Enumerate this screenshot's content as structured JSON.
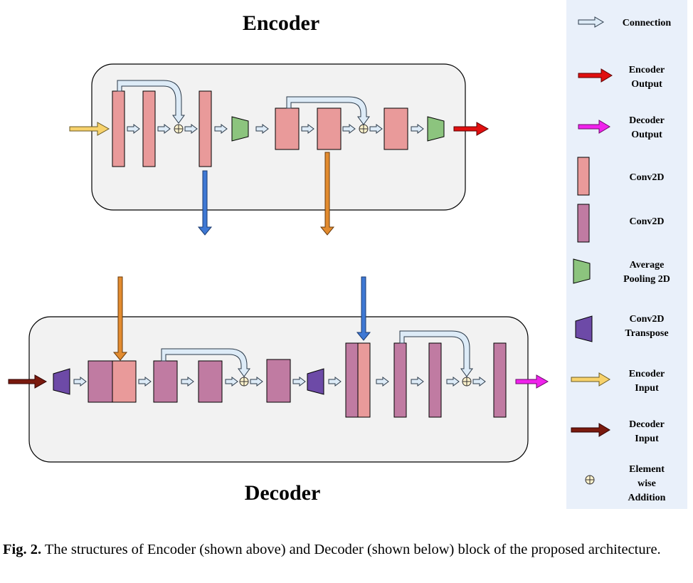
{
  "titles": {
    "encoder": "Encoder",
    "decoder": "Decoder"
  },
  "legend": {
    "items": [
      {
        "name": "legend-connection",
        "lines": [
          "Connection"
        ]
      },
      {
        "name": "legend-encoder-output",
        "lines": [
          "Encoder",
          "Output"
        ]
      },
      {
        "name": "legend-decoder-output",
        "lines": [
          "Decoder",
          "Output"
        ]
      },
      {
        "name": "legend-conv2d-pink",
        "lines": [
          "Conv2D"
        ]
      },
      {
        "name": "legend-conv2d-mauve",
        "lines": [
          "Conv2D"
        ]
      },
      {
        "name": "legend-average-pooling",
        "lines": [
          "Average",
          "Pooling 2D"
        ]
      },
      {
        "name": "legend-conv2d-transpose",
        "lines": [
          "Conv2D",
          "Transpose"
        ]
      },
      {
        "name": "legend-encoder-input",
        "lines": [
          "Encoder",
          "Input"
        ]
      },
      {
        "name": "legend-decoder-input",
        "lines": [
          "Decoder",
          "Input"
        ]
      },
      {
        "name": "legend-elementwise-addition",
        "lines": [
          "Element",
          "wise",
          "Addition"
        ]
      }
    ]
  },
  "caption": {
    "label": "Fig. 2.",
    "text": " The structures of Encoder (shown above) and Decoder (shown below) block of the proposed architecture."
  },
  "colors": {
    "conv_pink": "#E99A9A",
    "conv_mauve": "#C07BA2",
    "pool_green": "#8CC47E",
    "transpose_purple": "#6D4AA7",
    "encoder_input": "#F7D26C",
    "encoder_output": "#E01010",
    "decoder_output": "#F022EC",
    "decoder_input": "#7A1A0E",
    "skip_blue": "#3E78D4",
    "skip_orange": "#E28B2F",
    "connection": "#DDEBF7",
    "block_bg": "#F2F2F2",
    "legend_bg": "#E9F0FA",
    "add_fill": "#FFF3CC"
  }
}
